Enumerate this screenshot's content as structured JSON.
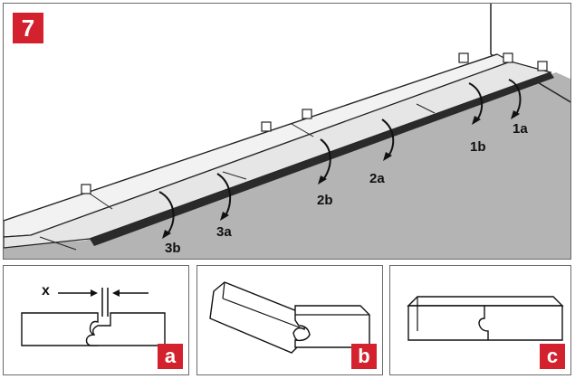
{
  "step": {
    "number": "7",
    "color": "#d3222d"
  },
  "main_labels": {
    "l1a": "1a",
    "l1b": "1b",
    "l2a": "2a",
    "l2b": "2b",
    "l3a": "3a",
    "l3b": "3b"
  },
  "detail_a": {
    "badge": "a",
    "x_label": "x"
  },
  "detail_b": {
    "badge": "b"
  },
  "detail_c": {
    "badge": "c"
  }
}
